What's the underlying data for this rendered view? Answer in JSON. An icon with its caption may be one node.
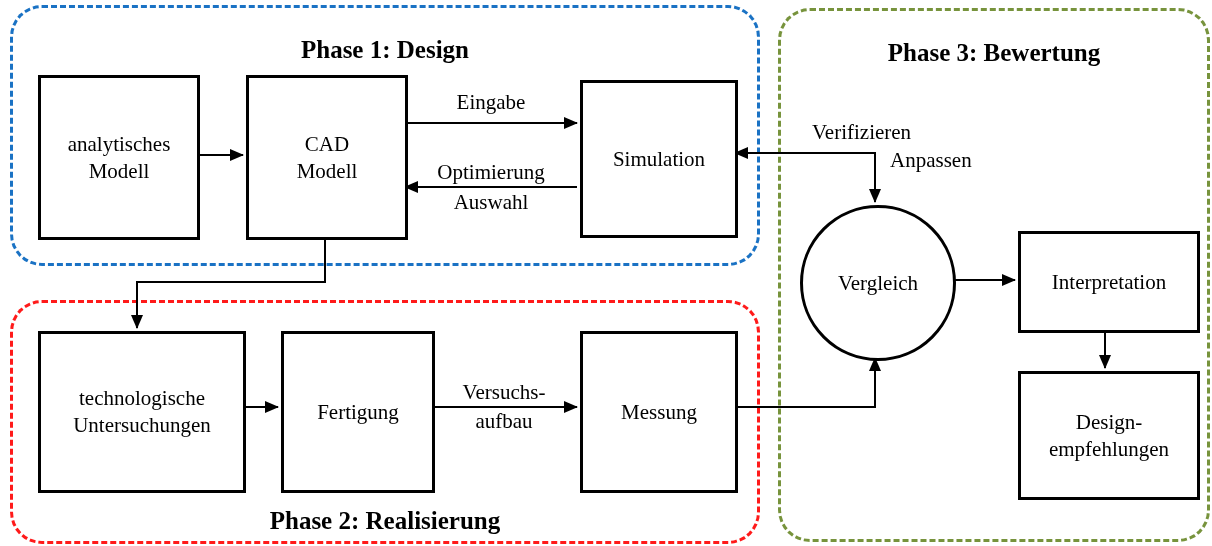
{
  "diagram": {
    "nodes": [
      {
        "text": [
          "Phase 1: Design"
        ]
      },
      {
        "text": [
          "analytisches Modell"
        ],
        "in": 0
      },
      {
        "text": [
          "CAD Modell"
        ],
        "in": 0
      },
      {
        "text": [
          "Simulation"
        ],
        "in": 0
      },
      {
        "text": [
          "Phase 3: Bewertung"
        ]
      },
      {
        "text": [
          "Vergleich"
        ],
        "in": 4
      },
      {
        "text": [
          "Interpretation"
        ],
        "in": 4
      },
      {
        "text": [
          "Design-empfehlungen"
        ],
        "in": 4
      },
      {
        "text": [
          "Phase 2: Realisierung"
        ]
      },
      {
        "text": [
          "technologische Untersuchungen"
        ],
        "in": 8
      },
      {
        "text": [
          "Fertigung"
        ],
        "in": 8
      },
      {
        "text": [
          "Messung"
        ],
        "in": 8
      }
    ],
    "edges": [
      {
        "from": 1,
        "to": 2,
        "arrow": "to"
      },
      {
        "from": 2,
        "to": 3,
        "arrow": "to",
        "label": "Eingabe"
      },
      {
        "from": 3,
        "to": 2,
        "arrow": "to",
        "label": "Optimierung Auswahl"
      },
      {
        "from": 3,
        "to": 5,
        "arrow": "both",
        "label": "Verifizieren Anpassen"
      },
      {
        "from": 2,
        "to": 9,
        "arrow": "to"
      },
      {
        "from": 9,
        "to": 10,
        "arrow": "to"
      },
      {
        "from": 10,
        "to": 11,
        "arrow": "to",
        "label": "Versuchs-aufbau"
      },
      {
        "from": 11,
        "to": 5,
        "arrow": "to"
      },
      {
        "from": 5,
        "to": 6,
        "arrow": "to"
      },
      {
        "from": 6,
        "to": 7,
        "arrow": "to"
      }
    ]
  }
}
